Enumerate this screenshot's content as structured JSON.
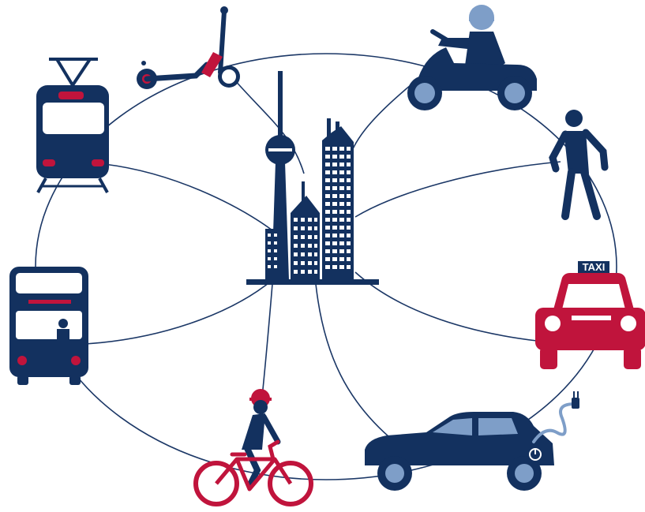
{
  "colors": {
    "navy": "#13315f",
    "red": "#c0143c",
    "light_blue": "#7e9ec8",
    "white": "#ffffff",
    "line": "#1b3766"
  },
  "center": {
    "icon": "city-skyline-icon"
  },
  "nodes": [
    {
      "id": "tram",
      "icon": "tram-icon"
    },
    {
      "id": "e-scooter",
      "icon": "kick-scooter-icon"
    },
    {
      "id": "moped",
      "icon": "moped-rider-icon"
    },
    {
      "id": "pedestrian",
      "icon": "pedestrian-icon"
    },
    {
      "id": "taxi",
      "icon": "taxi-icon",
      "label": "TAXI"
    },
    {
      "id": "electric-car",
      "icon": "electric-car-icon"
    },
    {
      "id": "bicycle",
      "icon": "cyclist-icon"
    },
    {
      "id": "bus",
      "icon": "double-decker-bus-icon"
    }
  ]
}
